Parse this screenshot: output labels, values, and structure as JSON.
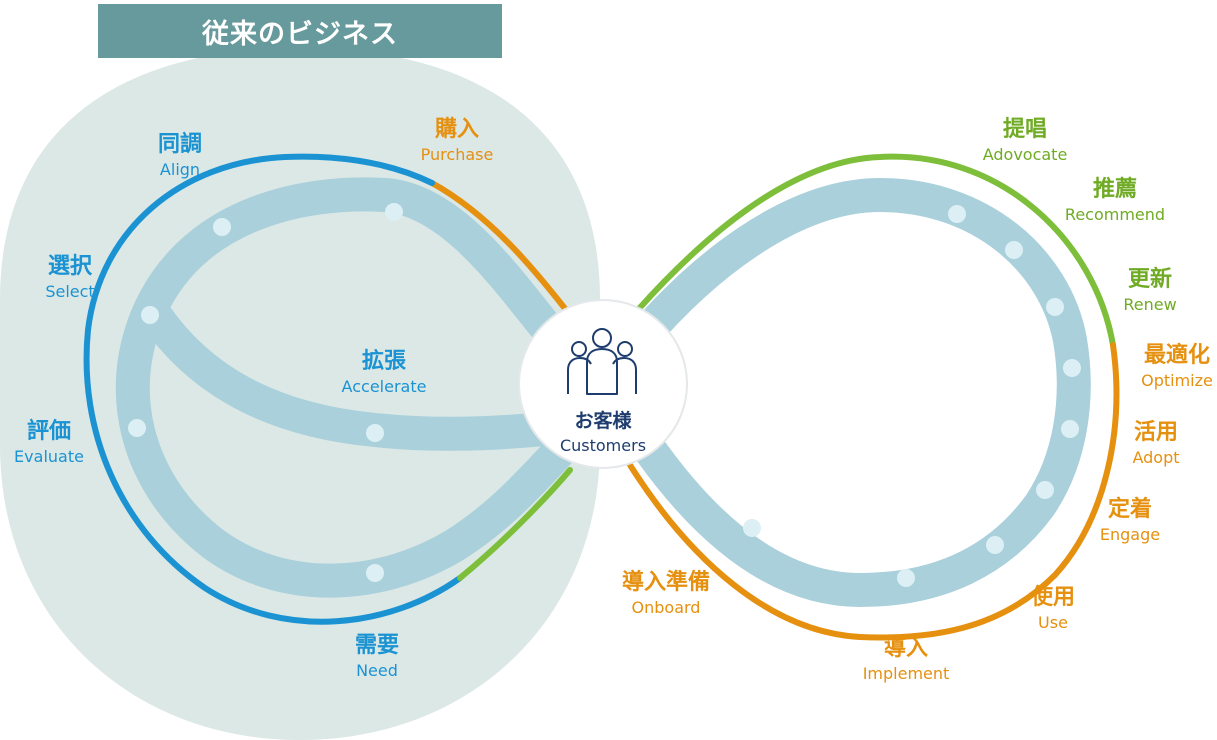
{
  "header": {
    "title": "従来のビジネス"
  },
  "center": {
    "label_jp": "お客様",
    "label_en": "Customers",
    "icon": "customers-icon"
  },
  "colors": {
    "blue": "#1b93d3",
    "orange": "#e6900f",
    "green": "#7dbf3a",
    "track": "#a9d0db",
    "bubble": "#dbe8e6",
    "header_bg": "#669a9d",
    "center_text": "#1e3d6e"
  },
  "stages": {
    "purchase": {
      "jp": "購入",
      "en": "Purchase"
    },
    "align": {
      "jp": "同調",
      "en": "Align"
    },
    "select": {
      "jp": "選択",
      "en": "Select"
    },
    "evaluate": {
      "jp": "評価",
      "en": "Evaluate"
    },
    "accelerate": {
      "jp": "拡張",
      "en": "Accelerate"
    },
    "need": {
      "jp": "需要",
      "en": "Need"
    },
    "advocate": {
      "jp": "提唱",
      "en": "Adovocate"
    },
    "recommend": {
      "jp": "推薦",
      "en": "Recommend"
    },
    "renew": {
      "jp": "更新",
      "en": "Renew"
    },
    "optimize": {
      "jp": "最適化",
      "en": "Optimize"
    },
    "adopt": {
      "jp": "活用",
      "en": "Adopt"
    },
    "engage": {
      "jp": "定着",
      "en": "Engage"
    },
    "use": {
      "jp": "使用",
      "en": "Use"
    },
    "implement": {
      "jp": "導入",
      "en": "Implement"
    },
    "onboard": {
      "jp": "導入準備",
      "en": "Onboard"
    }
  }
}
